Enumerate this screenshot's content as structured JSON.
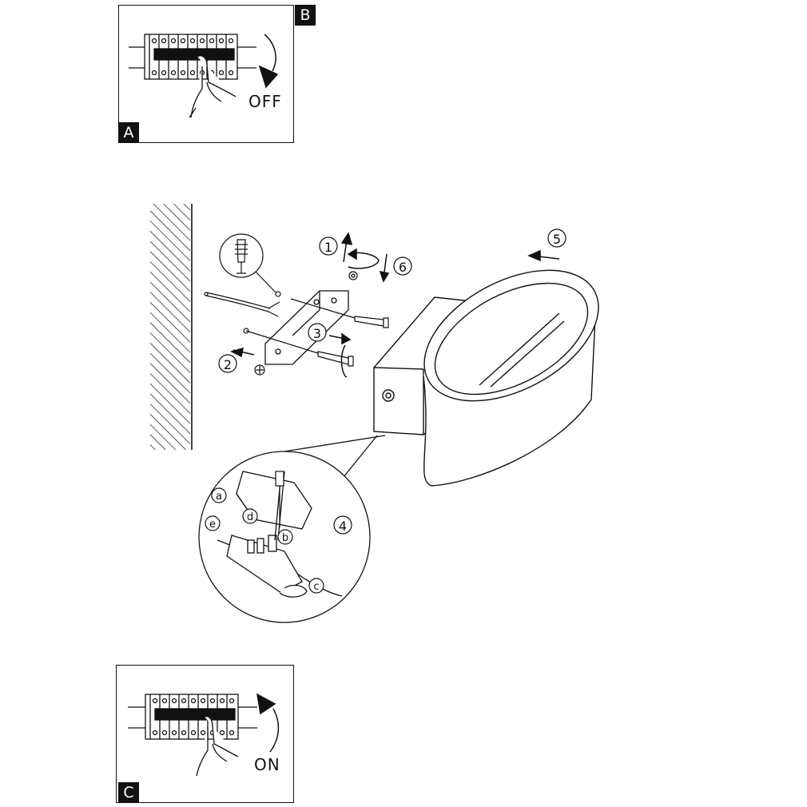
{
  "panel_top": {
    "badge_a": "A",
    "badge_b": "B",
    "switch_label": "OFF"
  },
  "panel_bottom": {
    "badge_c": "C",
    "switch_label": "ON"
  },
  "steps": {
    "s1": "1",
    "s2": "2",
    "s3": "3",
    "s4": "4",
    "s5": "5",
    "s6": "6"
  },
  "sub_steps": {
    "a": "a",
    "b": "b",
    "c": "c",
    "d": "d",
    "e": "e"
  },
  "icons": [
    "breaker-icon",
    "hand-icon",
    "arrow-icon",
    "wall-plug-icon",
    "screw-icon",
    "screwdriver-icon",
    "lamp-icon",
    "terminal-block-icon"
  ]
}
